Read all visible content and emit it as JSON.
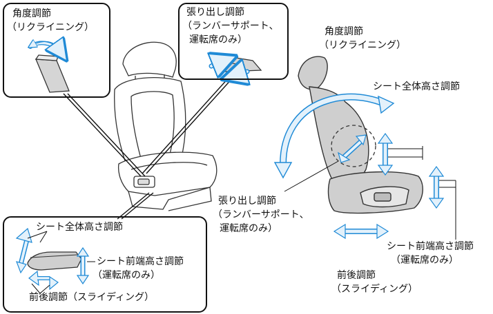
{
  "colors": {
    "arrow_fill": "#e3f1fb",
    "arrow_stroke": "#1f8ad6",
    "seat_gray": "#cfcfcf",
    "line": "#111111"
  },
  "icons": [
    "curved-arrow-icon",
    "double-arrow-icon"
  ],
  "callout_top_left": {
    "line1": "角度調節",
    "line2": "（リクライニング）"
  },
  "callout_top_center": {
    "line1": "張り出し調節",
    "line2": "（ランバーサポート、",
    "line3": "運転席のみ）"
  },
  "callout_bottom_left": {
    "seat_height": "シート全体高さ調節",
    "front_height_line1": "シート前端高さ調節",
    "front_height_line2": "（運転席のみ）",
    "fore_aft": "前後調節（スライディング）"
  },
  "side_view": {
    "recline_line1": "角度調節",
    "recline_line2": "（リクライニング）",
    "seat_height": "シート全体高さ調節",
    "lumbar_line1": "張り出し調節",
    "lumbar_line2": "（ランバーサポート、",
    "lumbar_line3": "運転席のみ）",
    "front_height_line1": "シート前端高さ調節",
    "front_height_line2": "（運転席のみ）",
    "slide_line1": "前後調節",
    "slide_line2": "（スライディング）"
  }
}
